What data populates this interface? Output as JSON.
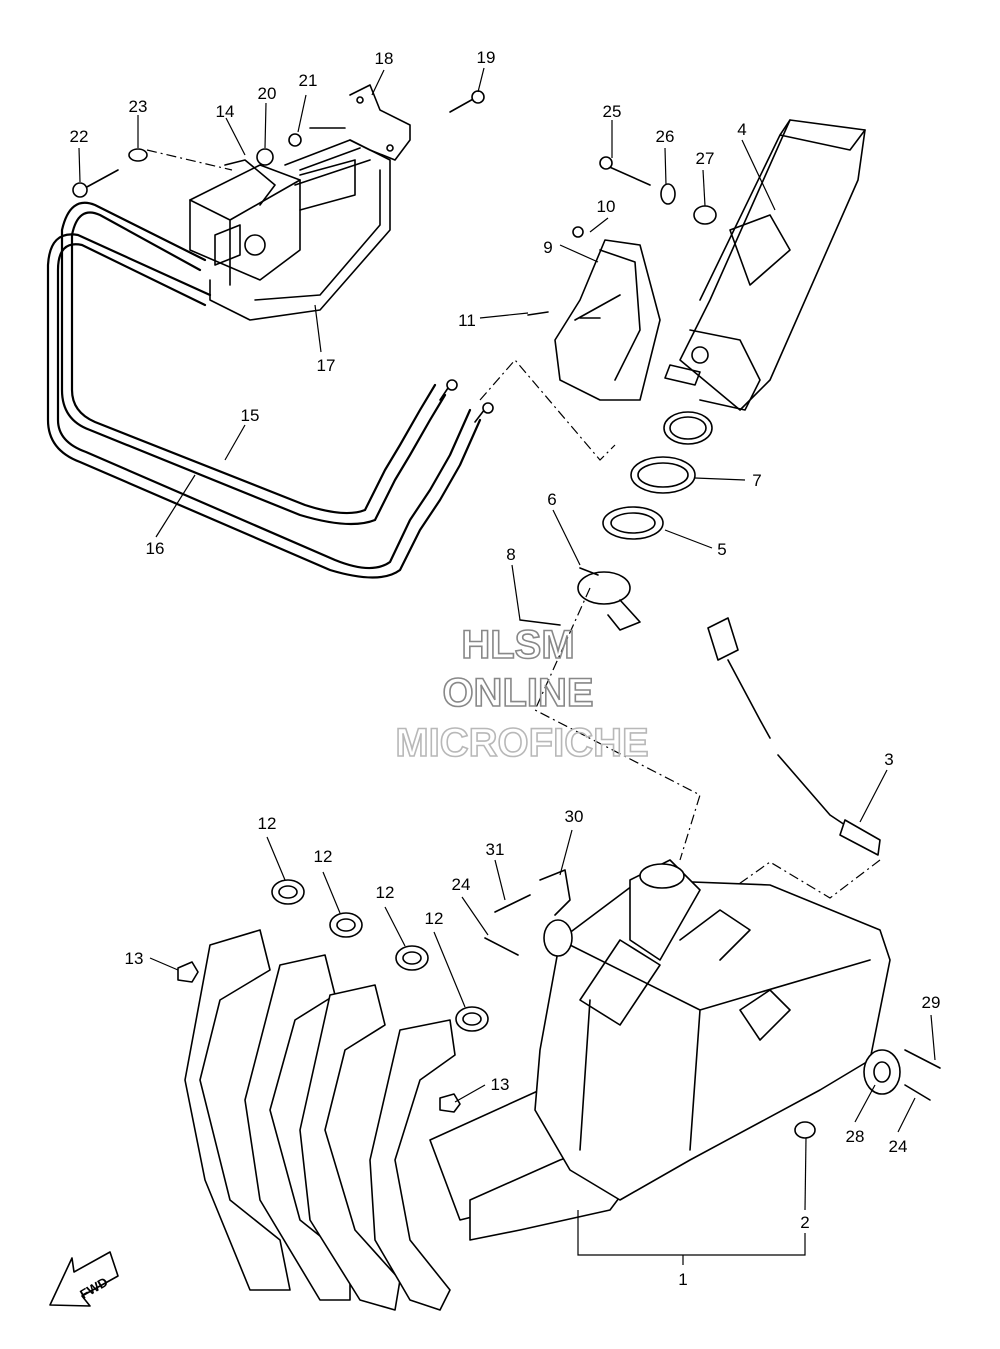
{
  "watermark": {
    "line1": "HLSM",
    "line2": "ONLINE",
    "line3": "MICROFICHE"
  },
  "fwd_label": "FWD",
  "callouts": {
    "n1": "1",
    "n2": "2",
    "n3": "3",
    "n4": "4",
    "n5": "5",
    "n6": "6",
    "n7": "7",
    "n8": "8",
    "n9": "9",
    "n10": "10",
    "n11": "11",
    "n12a": "12",
    "n12b": "12",
    "n12c": "12",
    "n12d": "12",
    "n13a": "13",
    "n13b": "13",
    "n14": "14",
    "n15": "15",
    "n16": "16",
    "n17": "17",
    "n18": "18",
    "n19": "19",
    "n20": "20",
    "n21": "21",
    "n22": "22",
    "n23": "23",
    "n24a": "24",
    "n24b": "24",
    "n25": "25",
    "n26": "26",
    "n27": "27",
    "n28": "28",
    "n29": "29",
    "n30": "30",
    "n31": "31"
  },
  "colors": {
    "line": "#000000",
    "watermark": "#888888",
    "watermark_light": "#b8b8b8"
  }
}
